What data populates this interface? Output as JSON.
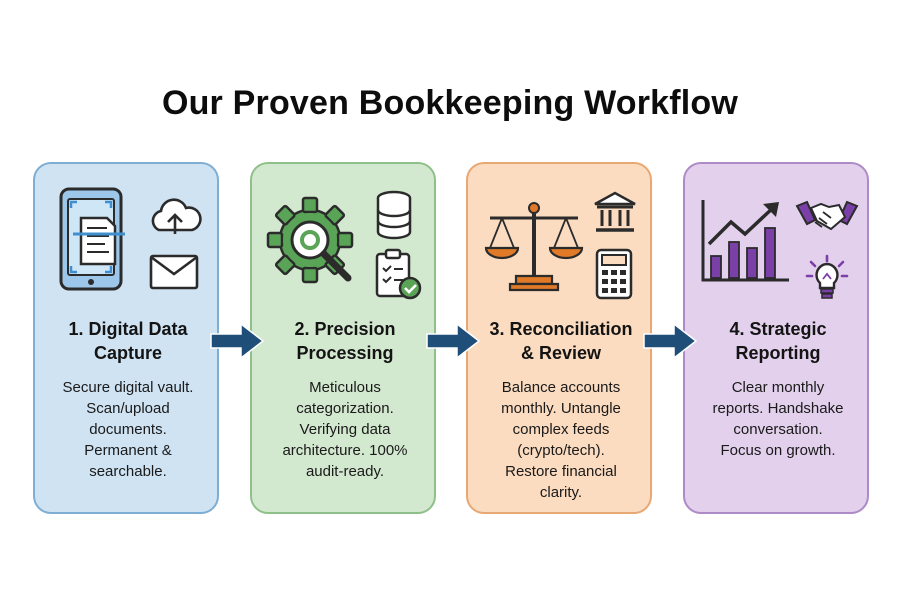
{
  "title": "Our Proven Bookkeeping Workflow",
  "colors": {
    "arrow": "#1f4e79",
    "icon_stroke": "#2b2b2b",
    "card1_bg": "#cfe3f3",
    "card2_bg": "#d3e9cf",
    "card3_bg": "#fbdcc0",
    "card4_bg": "#e2d0ec",
    "accent_blue": "#3f8fd0",
    "accent_green": "#4caf50",
    "accent_orange": "#e07a28",
    "accent_purple": "#7b3fa8"
  },
  "steps": [
    {
      "title_line1": "1. Digital Data",
      "title_line2": "Capture",
      "body": [
        "Secure digital vault.",
        "Scan/upload",
        "documents.",
        "Permanent &",
        "searchable."
      ],
      "icons": [
        "tablet-scan-icon",
        "cloud-upload-icon",
        "envelope-icon"
      ]
    },
    {
      "title_line1": "2. Precision",
      "title_line2": "Processing",
      "body": [
        "Meticulous",
        "categorization.",
        "Verifying data",
        "architecture. 100%",
        "audit-ready."
      ],
      "icons": [
        "gear-magnifier-icon",
        "database-icon",
        "clipboard-check-icon"
      ]
    },
    {
      "title_line1": "3. Reconciliation",
      "title_line2": "& Review",
      "body": [
        "Balance accounts",
        "monthly. Untangle",
        "complex feeds",
        "(crypto/tech).",
        "Restore financial",
        "clarity."
      ],
      "icons": [
        "balance-scale-icon",
        "bank-icon",
        "calculator-icon"
      ]
    },
    {
      "title_line1": "4. Strategic",
      "title_line2": "Reporting",
      "body": [
        "Clear monthly",
        "reports. Handshake",
        "conversation.",
        "Focus on growth."
      ],
      "icons": [
        "growth-chart-icon",
        "handshake-icon",
        "lightbulb-icon"
      ]
    }
  ],
  "arrows": [
    "arrow-right-icon",
    "arrow-right-icon",
    "arrow-right-icon"
  ]
}
